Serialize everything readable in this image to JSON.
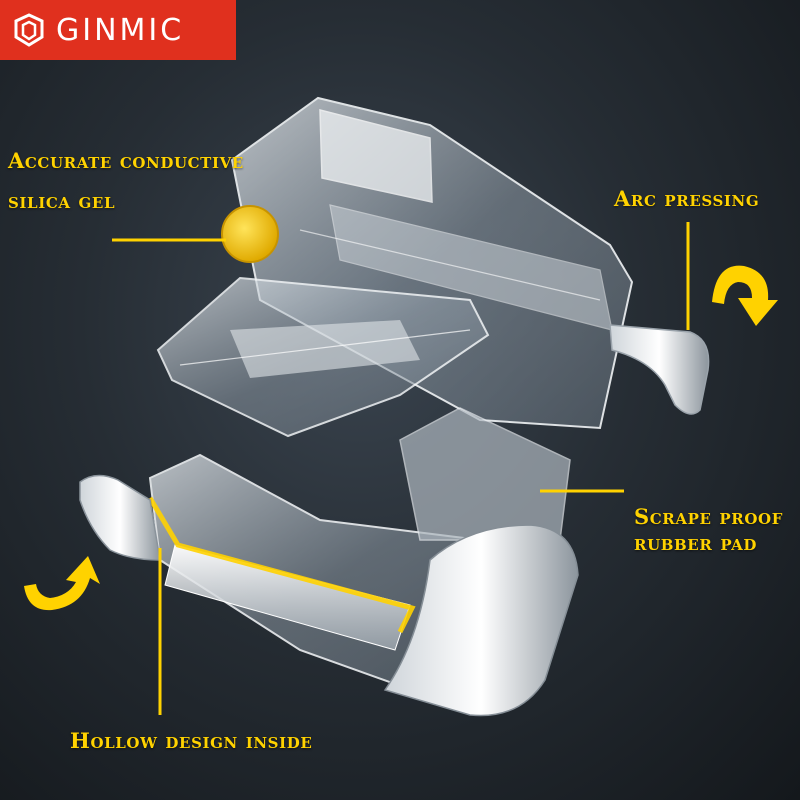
{
  "brand": {
    "name": "GINMIC",
    "logo_icon": "shield-logo-icon",
    "color": "#e0301e"
  },
  "callouts": {
    "accurate_line1": "Accurate conductive",
    "accurate_line2": "silica gel",
    "arc": "Arc pressing",
    "scrape_line1": "Scrape proof",
    "scrape_line2": "rubber pad",
    "hollow": "Hollow design inside"
  },
  "colors": {
    "accent": "#ffd200",
    "background": "#262d34"
  },
  "icons": [
    "curved-arrow-clockwise-icon",
    "curved-arrow-counterclockwise-icon"
  ]
}
